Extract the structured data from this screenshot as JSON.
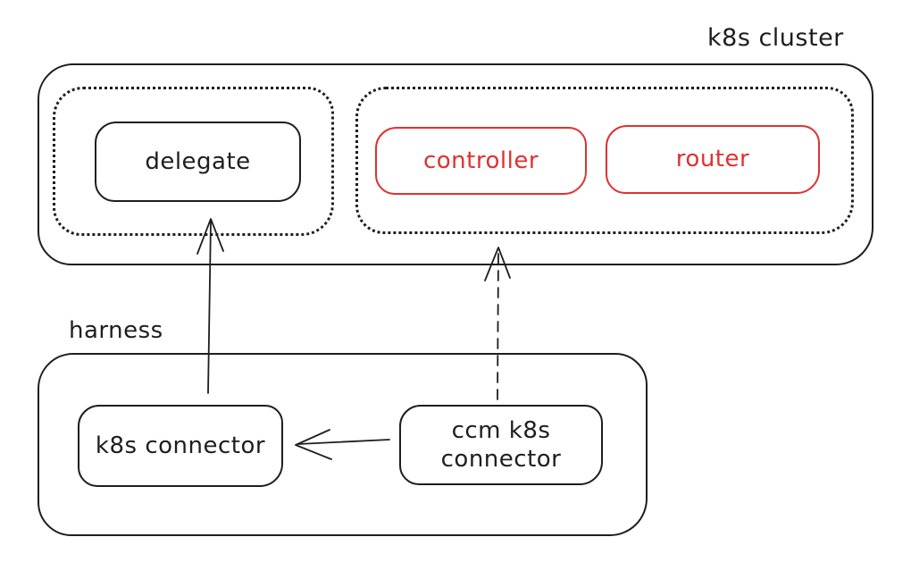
{
  "colors": {
    "stroke": "#1e1e1e",
    "accent_red": "#e03131",
    "background": "#ffffff"
  },
  "cluster": {
    "label": "k8s cluster",
    "delegate_group": {
      "delegate": "delegate"
    },
    "control_group": {
      "controller": "controller",
      "router": "router"
    }
  },
  "harness": {
    "label": "harness",
    "k8s_connector": "k8s connector",
    "ccm_k8s_connector": {
      "line1": "ccm k8s",
      "line2": "connector"
    }
  },
  "edges": [
    {
      "from": "k8s connector",
      "to": "delegate",
      "style": "solid",
      "direction": "up"
    },
    {
      "from": "ccm k8s connector",
      "to": "control group",
      "style": "dashed",
      "direction": "up"
    },
    {
      "from": "ccm k8s connector",
      "to": "k8s connector",
      "style": "solid",
      "direction": "left"
    }
  ]
}
